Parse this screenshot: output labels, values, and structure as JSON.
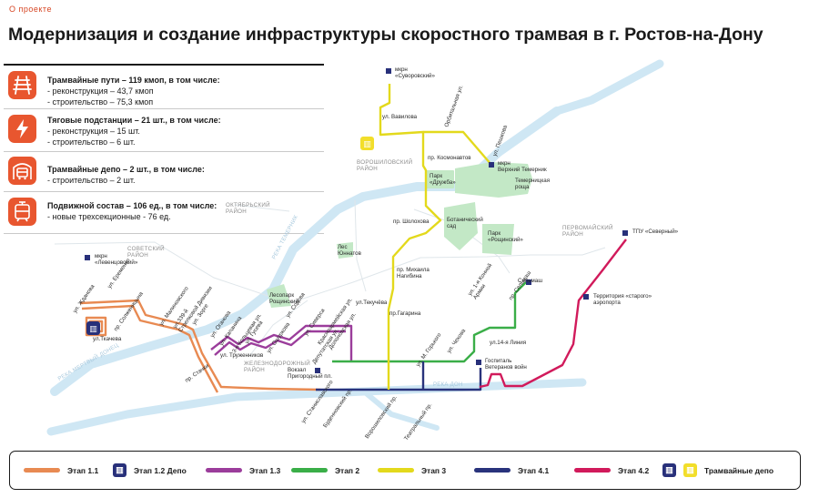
{
  "header": {
    "breadcrumb": "О проекте",
    "title": "Модернизация и создание инфраструктуры скоростного трамвая в г. Ростов-на-Дону"
  },
  "summary": [
    {
      "icon": "tram-tracks-icon",
      "title": "Трамвайные пути – 119 кмоп, в том числе:",
      "lines": [
        "- реконструкция – 43,7 кмоп",
        "- строительство – 75,3 кмоп"
      ]
    },
    {
      "icon": "lightning-icon",
      "title": "Тяговые подстанции – 21 шт.,  в том числе:",
      "lines": [
        "- реконструкция – 15 шт.",
        "- строительство – 6 шт."
      ]
    },
    {
      "icon": "tram-depot-icon",
      "title": "Трамвайные депо – 2 шт., в том числе:",
      "lines": [
        "- строительство – 2 шт."
      ]
    },
    {
      "icon": "tram-icon",
      "title": "Подвижной состав – 106 ед., в том числе:",
      "lines": [
        "- новые  трехсекционные - 76 ед."
      ]
    }
  ],
  "map": {
    "districts": [
      "ОКТЯБРЬСКИЙ\nРАЙОН",
      "СОВЕТСКИЙ\nРАЙОН",
      "ВОРОШИЛОВСКИЙ\nРАЙОН",
      "ПЕРВОМАЙСКИЙ\nРАЙОН",
      "ЖЕЛЕЗНОДОРОЖНЫЙ\nРАЙОН"
    ],
    "rivers": [
      "РЕКА ТЕМЕРНИК",
      "РЕКА МЕРТВЫЙ ДОНЕЦ",
      "РЕКА ДОН"
    ],
    "parks": [
      "Парк\n«Дружба»",
      "Темерницкая\nроща",
      "Ботанический\nсад",
      "Парк\n«Рощинский»",
      "Лес\nЮннатов",
      "Лесопарк\nРощинский"
    ],
    "poi": [
      "мкрн\n«Суворовский»",
      "мкрн\nВерхний Темерник",
      "мкрн\n«Левенцовский»",
      "ТПУ «Северный»",
      "Территория «старого»\nаэропорта",
      "Сельмаш",
      "Вокзал\nПригородный пл.",
      "Госпиталь\nВетеранов войн"
    ],
    "streets": [
      "ул. Вавилова",
      "Орбитальная ул.",
      "пр. Космонавтов",
      "ул. Пешкова",
      "пр. Шолохова",
      "пр. Михаила\nНагибина",
      "ул.Текучёва",
      "пр.Гагарина",
      "ул. Жданова",
      "ул. Еременко",
      "пр. Солженицына",
      "ул.Ткачева",
      "ул. Малиновского",
      "ул.339-й\nСтрелковой Дивизии",
      "ул. Зорге",
      "ул. Оганова",
      "ул. Капанина",
      "3-я Кольцевая ул.",
      "ул. Гусева",
      "ул. Содова",
      "ул. Сиверса",
      "Красноармейская ул.",
      "Долоновская ул.",
      "ул. Труженников",
      "пр. Стачки",
      "ул. Ошуркова",
      "Депутатская ул.",
      "ул. Станиславского",
      "Буденновский пр.",
      "Ворошиловский пр.",
      "Театральный пр.",
      "ул. М. Горького",
      "ул. Чехова",
      "ул.14-я Линия",
      "ул. 1-я Конной\nАрмии",
      "пр. Сельмаш"
    ]
  },
  "legend": [
    {
      "label": "Этап 1.1",
      "color": "#e88a52",
      "kind": "bar"
    },
    {
      "label": "Этап 1.2 Депо",
      "color": "#28307a",
      "kind": "icon"
    },
    {
      "label": "Этап 1.3",
      "color": "#9b3d9b",
      "kind": "bar"
    },
    {
      "label": "Этап 2",
      "color": "#3aae48",
      "kind": "bar"
    },
    {
      "label": "Этап 3",
      "color": "#e3d91c",
      "kind": "bar"
    },
    {
      "label": "Этап 4.1",
      "color": "#29337c",
      "kind": "bar"
    },
    {
      "label": "Этап 4.2",
      "color": "#d11a5b",
      "kind": "bar"
    },
    {
      "label": "Трамвайные депо",
      "color": "#f2de2a",
      "kind": "icon"
    }
  ]
}
